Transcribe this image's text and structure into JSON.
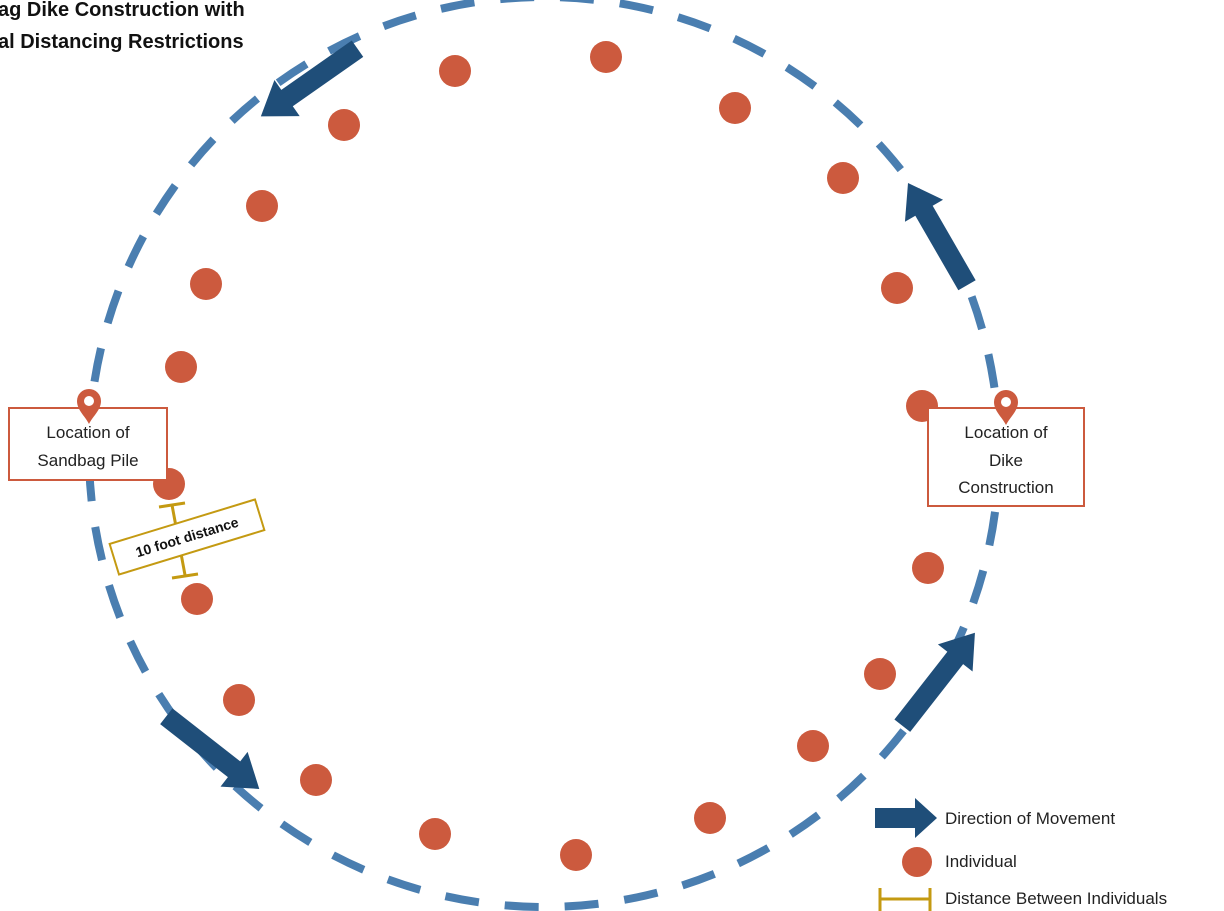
{
  "title": {
    "lines": [
      "ag Dike Construction with",
      "al Distancing Restrictions"
    ]
  },
  "locations": {
    "sandbag_pile": [
      "Location of",
      "Sandbag Pile"
    ],
    "dike_construction": [
      "Location of",
      "Dike",
      "Construction"
    ]
  },
  "distance_label": "10 foot distance",
  "legend": {
    "direction": "Direction of Movement",
    "individual": "Individual",
    "distance": "Distance Between Individuals"
  },
  "colors": {
    "circle": "#4a7eb0",
    "arrow": "#1f4e79",
    "individual": "#cc5a3e",
    "box_border": "#cc5a3e",
    "distance": "#c49a12"
  },
  "icons": {
    "pin": "map-pin-icon",
    "arrow": "arrow-icon"
  }
}
